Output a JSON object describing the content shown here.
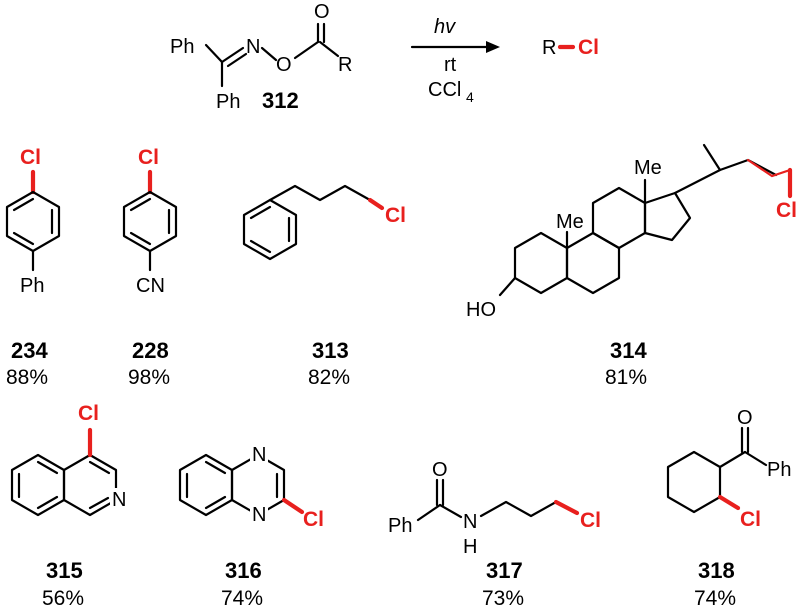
{
  "reaction": {
    "substituent_ph": "Ph",
    "atom_n": "N",
    "atom_o": "O",
    "atom_o_carbonyl": "O",
    "group_r": "R",
    "reagent_number": "312",
    "condition_light": "hv",
    "condition_temp": "rt",
    "condition_solvent": "CCl",
    "solvent_subscript": "4",
    "product_r": "R",
    "product_cl": "Cl"
  },
  "labels": {
    "cl": "Cl",
    "ph": "Ph",
    "cn": "CN",
    "me": "Me",
    "ho": "HO",
    "n": "N",
    "o": "O",
    "h": "H"
  },
  "compounds": [
    {
      "id": "234",
      "yield": "88%"
    },
    {
      "id": "228",
      "yield": "98%"
    },
    {
      "id": "313",
      "yield": "82%"
    },
    {
      "id": "314",
      "yield": "81%"
    },
    {
      "id": "315",
      "yield": "56%"
    },
    {
      "id": "316",
      "yield": "74%"
    },
    {
      "id": "317",
      "yield": "73%"
    },
    {
      "id": "318",
      "yield": "74%"
    }
  ],
  "colors": {
    "highlight": "#e8201e",
    "ink": "#000000",
    "background": "#ffffff"
  }
}
